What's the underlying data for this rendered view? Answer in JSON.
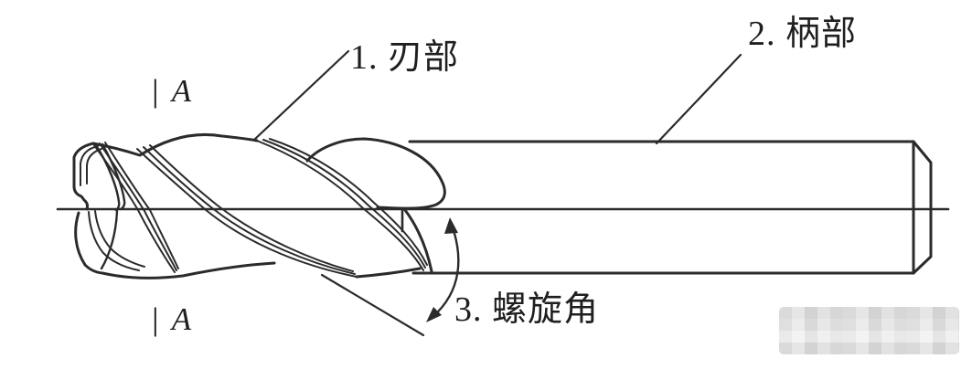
{
  "figure": {
    "labels": {
      "blade": "1. 刃部",
      "shank": "2. 柄部",
      "helix_angle": "3. 螺旋角"
    },
    "section_marker": {
      "bar": "|",
      "letter": "A"
    },
    "colors": {
      "background": "#ffffff",
      "line": "#2b2b2b",
      "text": "#1f1f1f",
      "watermark": "#dcdcdc"
    }
  }
}
